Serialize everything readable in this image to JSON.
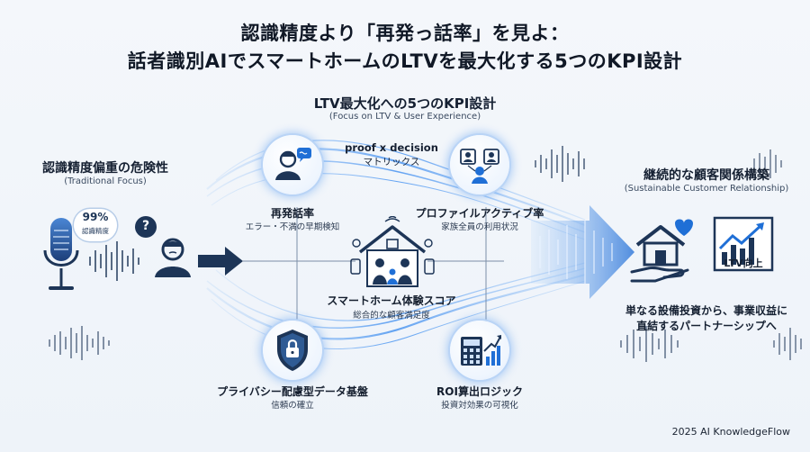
{
  "title": {
    "line1": "認識精度より「再発っ話率」を見よ：",
    "line2": "話者識別AIでスマートホームのLTVを最大化する5つのKPI設計"
  },
  "center": {
    "heading": "LTV最大化への5つのKPI設計",
    "subheading": "(Focus on LTV & User Experience)",
    "matrix_line1": "proof x decision",
    "matrix_line2": "マトリックス"
  },
  "left": {
    "heading": "認識精度偏重の危険性",
    "subheading": "(Traditional Focus)",
    "badge_value": "99%",
    "badge_label": "認識精度",
    "question_mark": "?"
  },
  "kpis": [
    {
      "id": "repeat",
      "title": "再発話率",
      "subtitle": "エラー・不満の早期検知",
      "icon": "user-speech-icon"
    },
    {
      "id": "profile",
      "title": "プロファイルアクティブ率",
      "subtitle": "家族全員の利用状況",
      "icon": "family-profiles-icon"
    },
    {
      "id": "score",
      "title": "スマートホーム体験スコア",
      "subtitle": "総合的な顧客満足度",
      "icon": "smart-home-family-icon"
    },
    {
      "id": "privacy",
      "title": "プライバシー配慮型データ基盤",
      "subtitle": "信頼の確立",
      "icon": "shield-lock-icon"
    },
    {
      "id": "roi",
      "title": "ROI算出ロジック",
      "subtitle": "投資対効果の可視化",
      "icon": "calculator-chart-icon"
    }
  ],
  "right": {
    "heading": "継続的な顧客関係構築",
    "subheading": "(Sustainable Customer Relationship)",
    "ltv_label": "LTV向上",
    "desc_line1": "単なる設備投資から、事業収益に",
    "desc_line2": "直結するパートナーシップへ"
  },
  "footer": "2025 AI KnowledgeFlow",
  "colors": {
    "accent": "#1f6fd6",
    "navy": "#1d3557",
    "glow": "#5fa3f5"
  }
}
